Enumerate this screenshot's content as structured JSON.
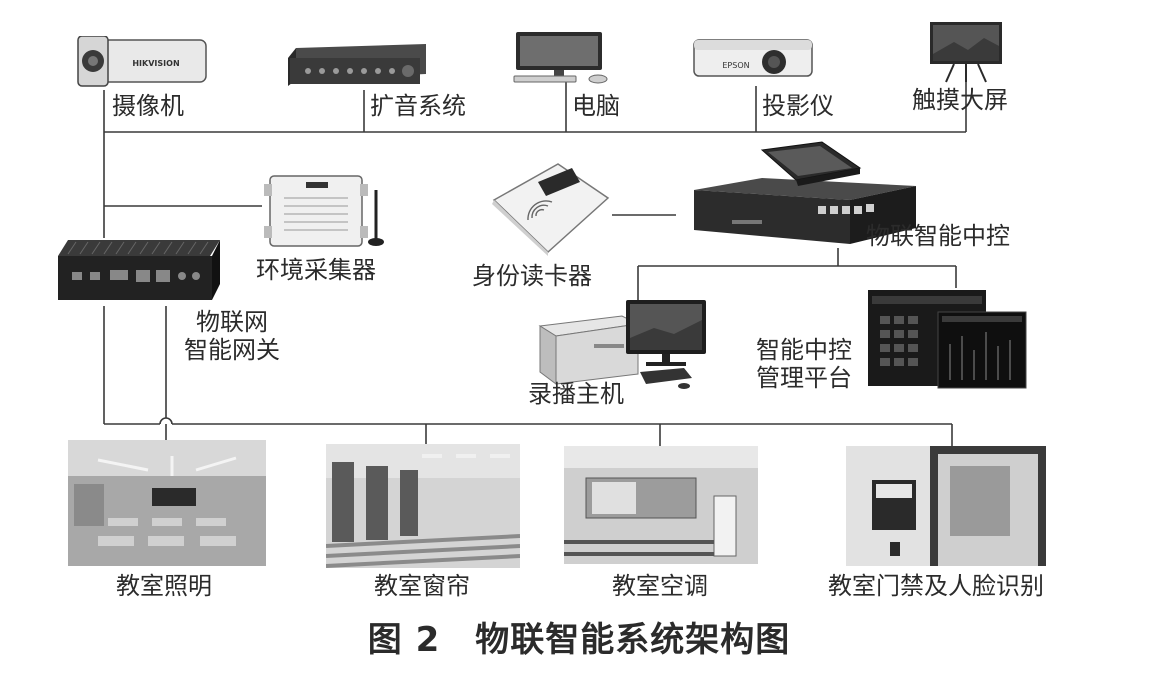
{
  "devices_top": {
    "camera": "摄像机",
    "audio": "扩音系统",
    "computer": "电脑",
    "projector": "投影仪",
    "touchscreen": "触摸大屏"
  },
  "middle": {
    "env_collector": "环境采集器",
    "iot_gateway": "物联网\n智能网关",
    "id_reader": "身份读卡器",
    "iot_central_control": "物联智能中控",
    "recorder": "录播主机",
    "control_platform": "智能中控\n管理平台"
  },
  "classroom": {
    "lighting": "教室照明",
    "curtain": "教室窗帘",
    "ac": "教室空调",
    "access": "教室门禁及人脸识别"
  },
  "caption": "图 2　物联智能系统架构图",
  "device_brands": {
    "camera": "HIKVISION",
    "projector": "EPSON"
  }
}
